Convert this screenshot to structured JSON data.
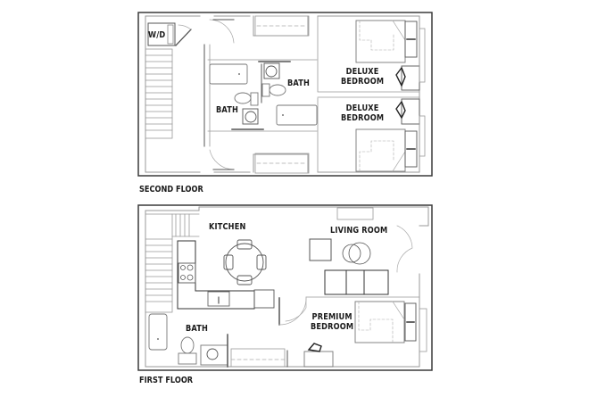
{
  "floors": {
    "second": {
      "label": "SECOND FLOOR",
      "rooms": {
        "wd": "W/D",
        "bath_left": "BATH",
        "bath_right": "BATH",
        "bedroom_top_line1": "DELUXE",
        "bedroom_top_line2": "BEDROOM",
        "bedroom_bottom_line1": "DELUXE",
        "bedroom_bottom_line2": "BEDROOM"
      }
    },
    "first": {
      "label": "FIRST FLOOR",
      "rooms": {
        "kitchen": "KITCHEN",
        "living_room": "LIVING ROOM",
        "bath": "BATH",
        "bedroom_line1": "PREMIUM",
        "bedroom_line2": "BEDROOM"
      }
    }
  },
  "colors": {
    "wall": "#3a3a3a",
    "fixture": "#8a8a8a",
    "light": "#b0b0b0",
    "text": "#1a1a1a"
  }
}
